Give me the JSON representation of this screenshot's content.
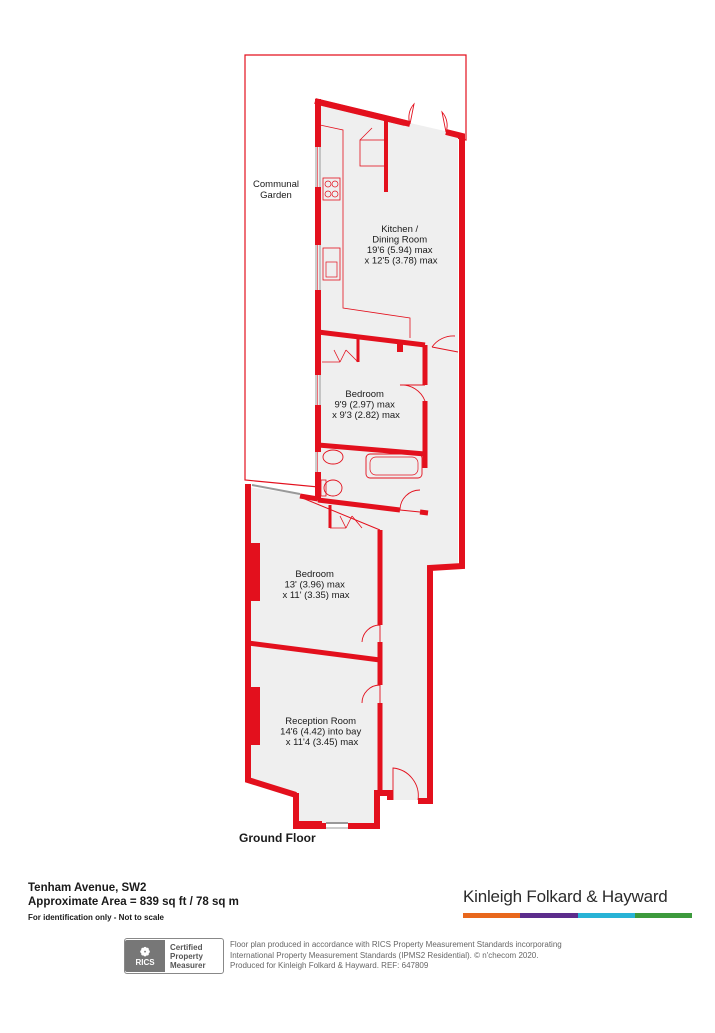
{
  "plan": {
    "colors": {
      "wall": "#e3101d",
      "fill": "#efefef",
      "outline": "#e3101d",
      "fixture": "#e3101d"
    },
    "garden_label": [
      "Communal",
      "Garden"
    ],
    "floor_label": "Ground Floor",
    "rooms": [
      {
        "id": "kitchen",
        "lines": [
          "Kitchen /",
          "Dining Room",
          "19'6 (5.94) max",
          "x 12'5 (3.78) max"
        ]
      },
      {
        "id": "bedroom1",
        "lines": [
          "Bedroom",
          "9'9 (2.97) max",
          "x 9'3 (2.82) max"
        ]
      },
      {
        "id": "bedroom2",
        "lines": [
          "Bedroom",
          "13' (3.96) max",
          "x 11' (3.35) max"
        ]
      },
      {
        "id": "reception",
        "lines": [
          "Reception Room",
          "14'6 (4.42) into bay",
          "x 11'4 (3.45) max"
        ]
      }
    ]
  },
  "footer": {
    "address": "Tenham Avenue, SW2",
    "approx_area": "Approximate Area = 839 sq ft / 78 sq m",
    "disclaimer": "For identification only - Not to scale",
    "brand_name": "Kinleigh Folkard & Hayward",
    "brand_colors": [
      "#e8671c",
      "#5c2d8c",
      "#28b3d6",
      "#3c9a3c"
    ],
    "rics_logo": "RICS",
    "rics_text": [
      "Certified",
      "Property",
      "Measurer"
    ],
    "notes": [
      "Floor plan produced in accordance with RICS Property Measurement Standards incorporating",
      "International Property Measurement Standards (IPMS2 Residential).  © n'checom 2020.",
      "Produced for Kinleigh Folkard & Hayward.   REF: 647809"
    ]
  }
}
